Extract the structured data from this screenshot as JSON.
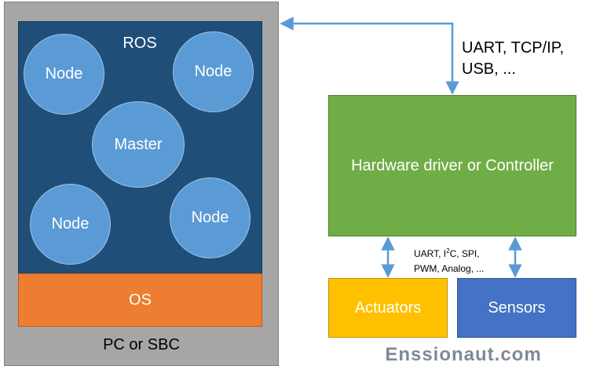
{
  "pc": {
    "label": "PC or SBC"
  },
  "ros": {
    "label": "ROS",
    "master": "Master",
    "nodes": [
      "Node",
      "Node",
      "Node",
      "Node"
    ]
  },
  "os": {
    "label": "OS"
  },
  "hardware": {
    "label": "Hardware driver or Controller"
  },
  "actuators": {
    "label": "Actuators"
  },
  "sensors": {
    "label": "Sensors"
  },
  "comm_top": {
    "line1": "UART, TCP/IP,",
    "line2": "USB, ..."
  },
  "comm_bottom": {
    "line1_a": "UART, I",
    "line1_sup": "2",
    "line1_b": "C, SPI,",
    "line2": "PWM, Analog, ..."
  },
  "watermark": "Enssionaut.com",
  "colors": {
    "pc_box": "#a6a6a6",
    "ros_box": "#1f4e79",
    "node": "#5b9bd5",
    "os_box": "#ed7d31",
    "hardware_box": "#70ad47",
    "actuators_box": "#ffc000",
    "sensors_box": "#4472c4",
    "arrow": "#5b9bd5"
  }
}
